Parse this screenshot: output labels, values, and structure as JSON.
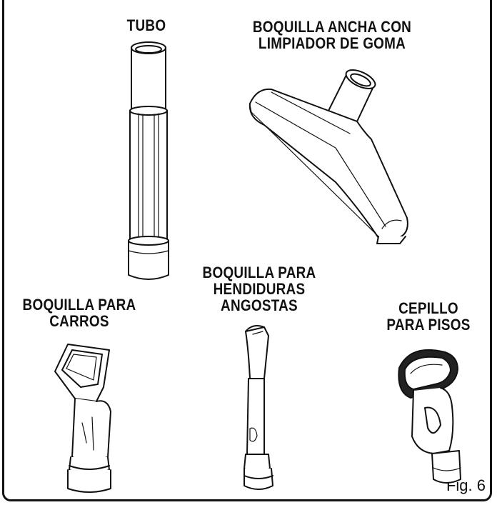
{
  "labels": {
    "tubo": [
      "TUBO"
    ],
    "boquilla_ancha": [
      "BOQUILLA ANCHA CON",
      "LIMPIADOR DE GOMA"
    ],
    "boquilla_carros": [
      "BOQUILLA PARA",
      "CARROS"
    ],
    "boquilla_hendiduras": [
      "BOQUILLA PARA",
      "HENDIDURAS",
      "ANGOSTAS"
    ],
    "cepillo": [
      "CEPILLO",
      "PARA PISOS"
    ]
  },
  "figure_label": "Fig. 6"
}
